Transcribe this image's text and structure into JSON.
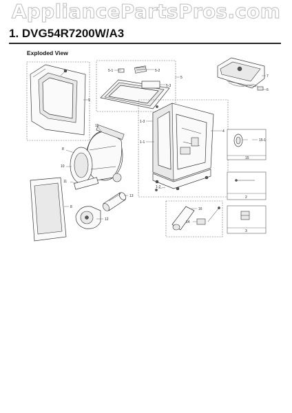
{
  "watermark": "AppliancePartsPros.com",
  "header": {
    "title": "1.  DVG54R7200W/A3",
    "subtitle": "Exploded View"
  },
  "callouts": {
    "c1": "1",
    "c1_1": "1-1",
    "c1_2": "1-2",
    "c1_3": "1-3",
    "c2": "2",
    "c3": "3",
    "c4": "4",
    "c5": "5",
    "c5_1": "5-1",
    "c5_2": "5-2",
    "c5_3": "5-3",
    "c6": "6",
    "c7": "7",
    "c8": "8",
    "c9": "9",
    "c10": "10",
    "c11": "11",
    "c12": "12",
    "c13": "13",
    "c14": "14",
    "c15": "15",
    "c15_1": "15-1",
    "c16": "16"
  }
}
